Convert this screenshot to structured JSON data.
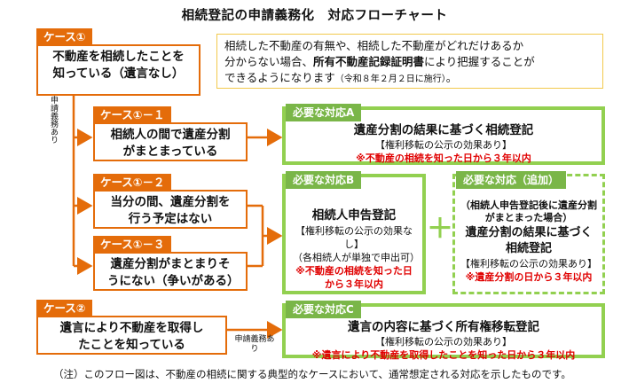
{
  "title": "相続登記の申請義務化　対応フローチャート",
  "case1": {
    "tag": "ケース①",
    "text": "不動産を相続したことを知っている（遺言なし）"
  },
  "info": {
    "line1": "相続した不動産の有無や、相続した不動産がどれだけあるか",
    "line2_pre": "分からない場合、",
    "line2_bold": "所有不動産記録証明書",
    "line2_post": "により把握することが",
    "line3": "できるようになります",
    "line3_small": "（令和８年２月２日に施行）",
    "line3_end": "。"
  },
  "obligation_label_1": "申請義務あり",
  "case1_1": {
    "tag": "ケース①－１",
    "text": "相続人の間で遺産分割がまとまっている"
  },
  "case1_2": {
    "tag": "ケース①－２",
    "text": "当分の間、遺産分割を行う予定はない"
  },
  "case1_3": {
    "tag": "ケース①－３",
    "text": "遺産分割がまとまりそうにない（争いがある）"
  },
  "case2": {
    "tag": "ケース②",
    "text": "遺言により不動産を取得したことを知っている"
  },
  "obligation_label_2": "申請義務あり",
  "actionA": {
    "tag": "必要な対応A",
    "title": "遺産分割の結果に基づく相続登記",
    "effect": "【権利移転の公示の効果あり】",
    "deadline": "※不動産の相続を知った日から３年以内"
  },
  "actionB": {
    "tag": "必要な対応B",
    "title": "相続人申告登記",
    "effect": "【権利移転の公示の効果なし】",
    "note": "（各相続人が単独で申出可）",
    "deadline": "※不動産の相続を知った日から３年以内"
  },
  "plus": "＋",
  "actionAdd": {
    "tag": "必要な対応（追加）",
    "condition": "（相続人申告登記後に遺産分割がまとまった場合）",
    "title": "遺産分割の結果に基づく相続登記",
    "effect": "【権利移転の公示の効果あり】",
    "deadline": "※遺産分割の日から３年以内"
  },
  "actionC": {
    "tag": "必要な対応C",
    "title": "遺言の内容に基づく所有権移転登記",
    "effect": "【権利移転の公示の効果あり】",
    "deadline": "※遺言により不動産を取得したことを知った日から３年以内"
  },
  "footnote": "（注）このフロー図は、不動産の相続に関する典型的なケースにおいて、通常想定される対応を示したものです。",
  "colors": {
    "orange": "#E46C0A",
    "green": "#92D050",
    "red": "#E00000"
  }
}
